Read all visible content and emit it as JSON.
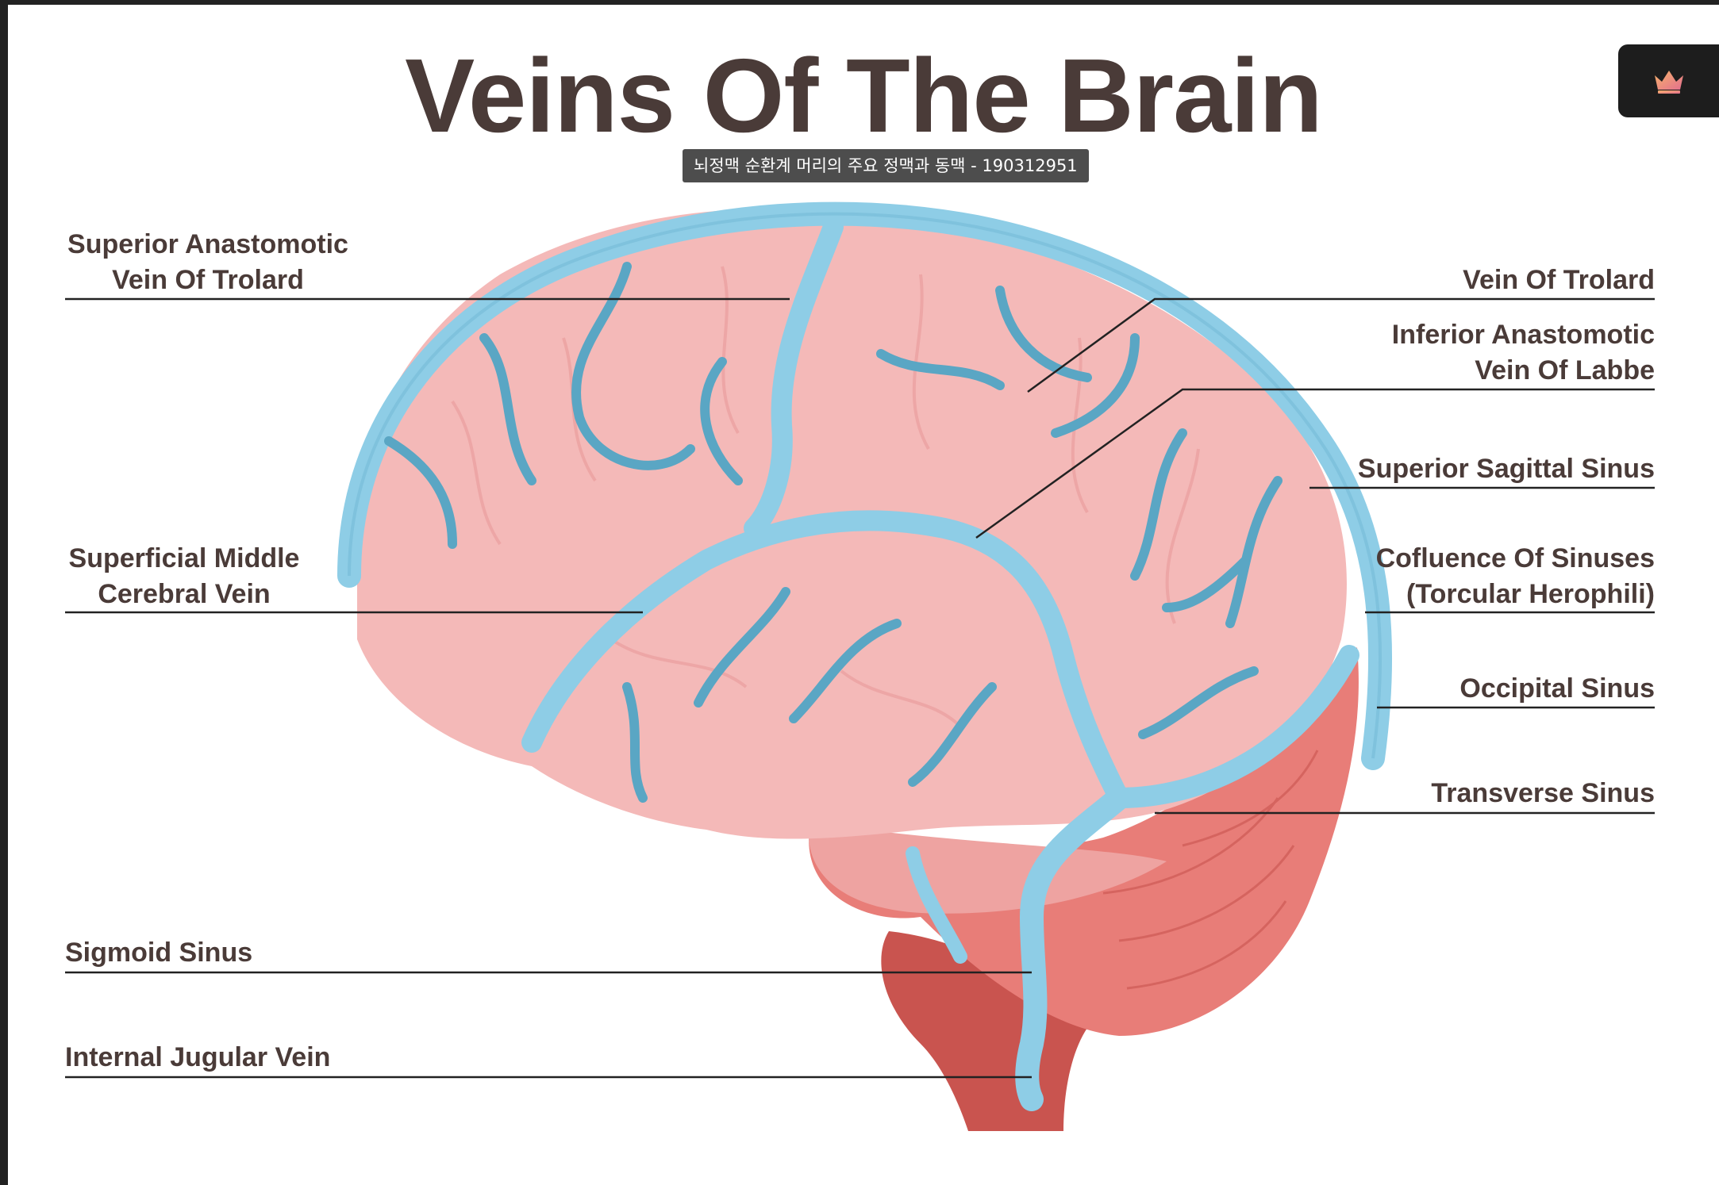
{
  "title": "Veins Of The Brain",
  "tooltip": "뇌정맥 순환계 머리의 주요 정맥과 동맥 - 190312951",
  "premium_button": {
    "icon": "crown-icon"
  },
  "colors": {
    "title": "#4a3b38",
    "vein": "#8ecde6",
    "vein_dark": "#5aa6c4",
    "cortex": "#f4b9b8",
    "cerebellum": "#e87d78",
    "brainstem": "#c9544f"
  },
  "labels": {
    "superior_anastomotic_vein_of_trolard": [
      "Superior Anastomotic",
      "Vein Of Trolard"
    ],
    "superficial_middle_cerebral_vein": [
      "Superficial Middle",
      "Cerebral Vein"
    ],
    "sigmoid_sinus": [
      "Sigmoid Sinus"
    ],
    "internal_jugular_vein": [
      "Internal Jugular Vein"
    ],
    "vein_of_trolard": [
      "Vein Of Trolard"
    ],
    "inferior_anastomotic_vein_of_labbe": [
      "Inferior Anastomotic",
      "Vein Of Labbe"
    ],
    "superior_sagittal_sinus": [
      "Superior Sagittal Sinus"
    ],
    "confluence_of_sinuses": [
      "Cofluence Of Sinuses",
      "(Torcular Herophili)"
    ],
    "occipital_sinus": [
      "Occipital Sinus"
    ],
    "transverse_sinus": [
      "Transverse Sinus"
    ]
  }
}
